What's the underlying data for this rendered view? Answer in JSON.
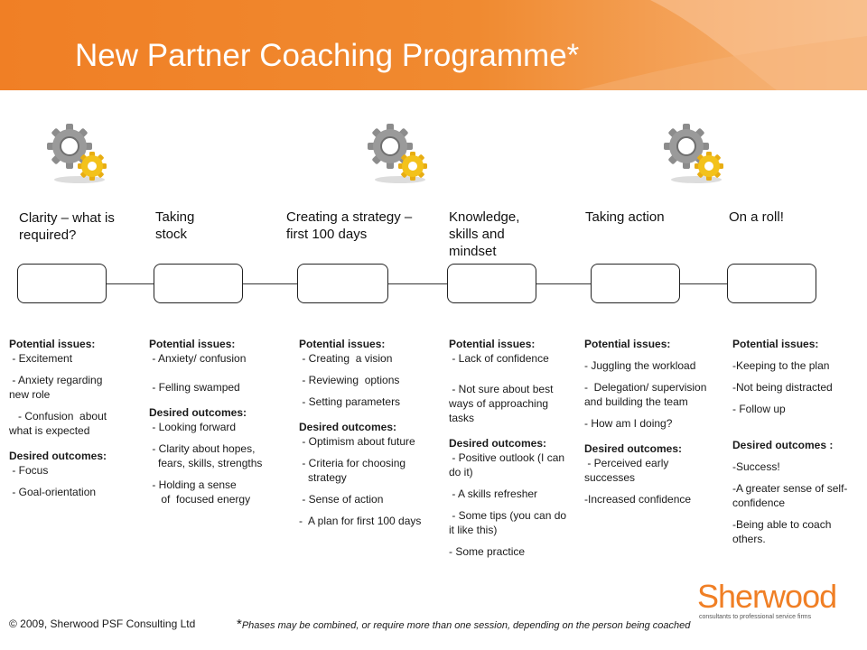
{
  "title": "New Partner Coaching Programme*",
  "gear_icons": [
    "gears-icon",
    "gears-icon",
    "gears-icon"
  ],
  "stages": [
    {
      "title": "Clarity – what is required?"
    },
    {
      "title": "Taking stock"
    },
    {
      "title": "Creating a strategy – first 100 days"
    },
    {
      "title": "Knowledge, skills and mindset"
    },
    {
      "title": "Taking action"
    },
    {
      "title": "On a roll!"
    }
  ],
  "columns": [
    {
      "issues_heading": "Potential issues:",
      "issues": [
        " - Excitement",
        " - Anxiety regarding new role",
        "   - Confusion  about what is expected"
      ],
      "outcomes_heading": "Desired outcomes:",
      "outcomes": [
        " - Focus",
        " - Goal-orientation"
      ]
    },
    {
      "issues_heading": "Potential issues:",
      "issues": [
        " - Anxiety/ confusion",
        " - Felling swamped"
      ],
      "outcomes_heading": "Desired outcomes:",
      "outcomes": [
        " - Looking forward",
        " - Clarity about hopes,\n   fears, skills, strengths",
        " - Holding a sense\n    of  focused energy"
      ]
    },
    {
      "issues_heading": "Potential issues:",
      "issues": [
        " - Creating  a vision",
        " - Reviewing  options",
        " - Setting parameters"
      ],
      "outcomes_heading": "Desired outcomes:",
      "outcomes": [
        " - Optimism about future",
        " - Criteria for choosing\n   strategy",
        " - Sense of action",
        "-  A plan for first 100 days"
      ]
    },
    {
      "issues_heading": "Potential issues:",
      "issues": [
        " - Lack of confidence",
        " - Not sure about best ways of approaching tasks"
      ],
      "outcomes_heading": "Desired outcomes:",
      "outcomes": [
        " - Positive outlook (I can do it)",
        " - A skills refresher",
        " - Some tips (you can do it like this)",
        "- Some practice"
      ]
    },
    {
      "issues_heading": "Potential issues:",
      "issues": [
        "- Juggling the workload",
        "-  Delegation/ supervision  and building the team",
        "- How am I doing?"
      ],
      "outcomes_heading": "Desired outcomes:",
      "outcomes": [
        " - Perceived early successes",
        "-Increased confidence"
      ]
    },
    {
      "issues_heading": "Potential issues:",
      "issues": [
        "-Keeping to the plan",
        "-Not being distracted",
        "- Follow up"
      ],
      "outcomes_heading": "Desired outcomes :",
      "outcomes": [
        "-Success!",
        "-A greater sense of self-confidence",
        "-Being able to coach others."
      ]
    }
  ],
  "footer": {
    "copyright": "© 2009, Sherwood PSF Consulting Ltd",
    "footnote_star": "*",
    "footnote": "Phases may be combined, or require more than one session, depending on the person being coached"
  },
  "logo": {
    "brand": "Sherwood",
    "tagline": "consultants to professional service firms"
  },
  "colors": {
    "accent": "#f07f25",
    "gear_grey": "#8c8c8c",
    "gear_yellow": "#f3c21b"
  }
}
